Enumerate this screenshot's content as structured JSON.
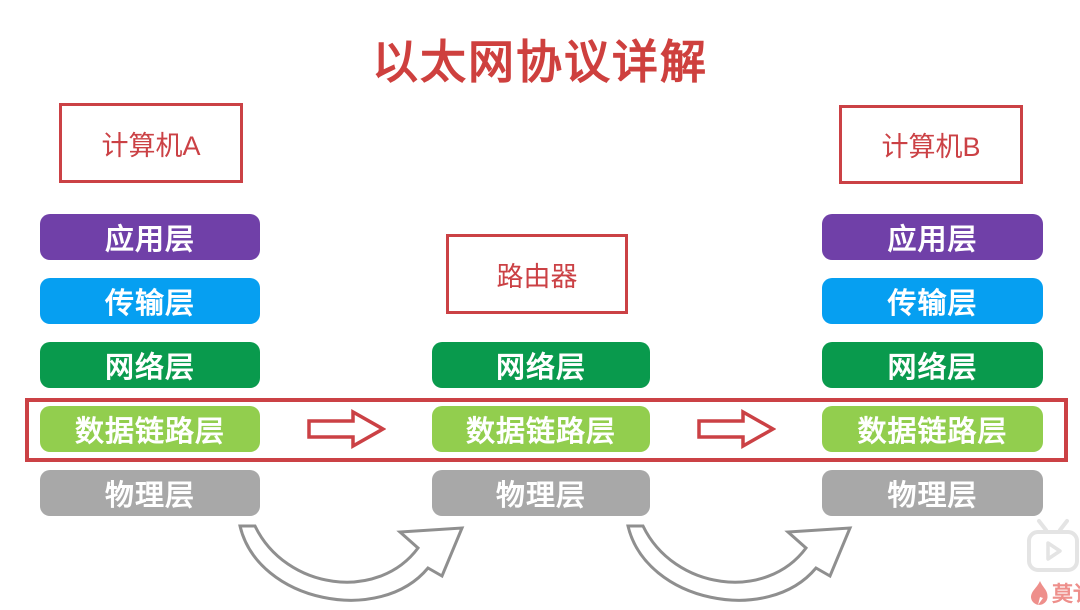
{
  "title": "以太网协议详解",
  "nodes": {
    "computer_a": "计算机A",
    "router": "路由器",
    "computer_b": "计算机B"
  },
  "stacks": {
    "left": {
      "layers": [
        {
          "label": "应用层",
          "color": "#7040A8"
        },
        {
          "label": "传输层",
          "color": "#069FF1"
        },
        {
          "label": "网络层",
          "color": "#099A4D"
        },
        {
          "label": "数据链路层",
          "color": "#92CE4E"
        },
        {
          "label": "物理层",
          "color": "#A8A8A8"
        }
      ]
    },
    "middle": {
      "layers": [
        {
          "label": "网络层",
          "color": "#099A4D"
        },
        {
          "label": "数据链路层",
          "color": "#92CE4E"
        },
        {
          "label": "物理层",
          "color": "#A8A8A8"
        }
      ]
    },
    "right": {
      "layers": [
        {
          "label": "应用层",
          "color": "#7040A8"
        },
        {
          "label": "传输层",
          "color": "#069FF1"
        },
        {
          "label": "网络层",
          "color": "#099A4D"
        },
        {
          "label": "数据链路层",
          "color": "#92CE4E"
        },
        {
          "label": "物理层",
          "color": "#A8A8A8"
        }
      ]
    }
  },
  "colors": {
    "accent_red": "#CB4145",
    "arrow_outline_gray": "#8F8F8F",
    "tv_icon_gray": "#E4E4E4",
    "watermark_pink": "#EE8F8B"
  },
  "watermark": {
    "partial_text": "莫讠"
  }
}
